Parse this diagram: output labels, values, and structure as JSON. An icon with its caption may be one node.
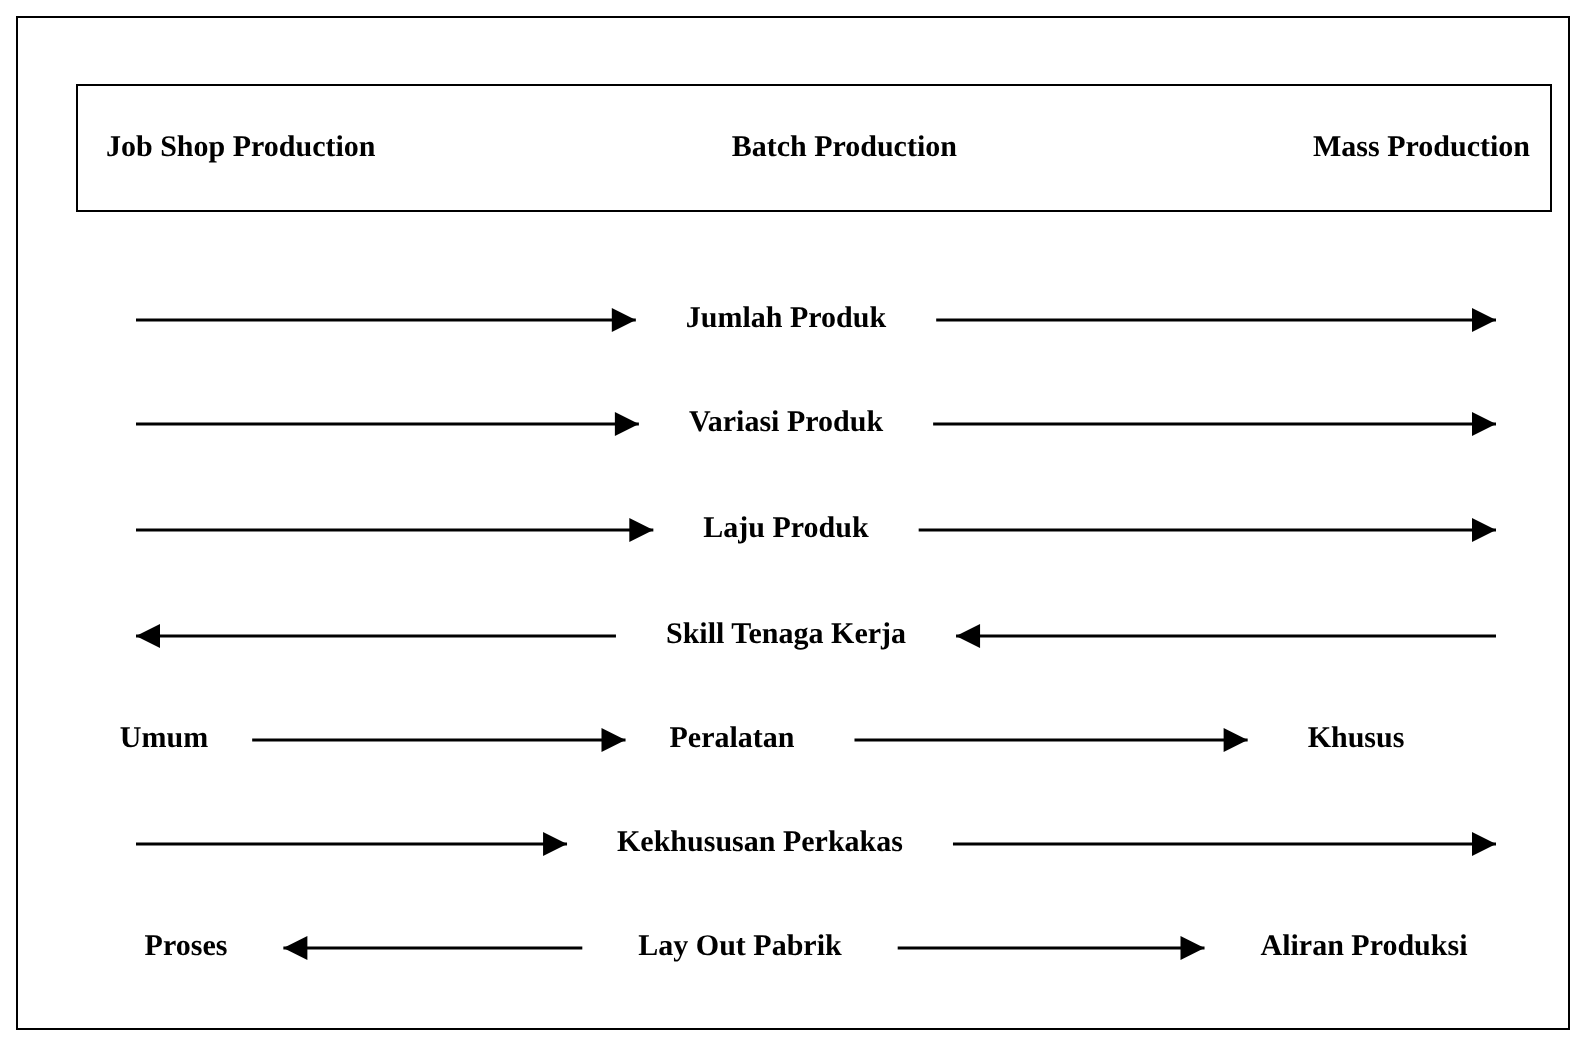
{
  "diagram": {
    "nodes": [
      {
        "text": [
          "Job Shop Production",
          "Batch Production",
          "Mass Production"
        ]
      },
      {
        "text": [
          "Jumlah Produk"
        ]
      },
      {
        "text": [
          "Variasi Produk"
        ]
      },
      {
        "text": [
          "Laju Produk"
        ]
      },
      {
        "text": [
          "Skill Tenaga Kerja"
        ]
      },
      {
        "text": [
          "Umum"
        ]
      },
      {
        "text": [
          "Peralatan"
        ]
      },
      {
        "text": [
          "Khusus"
        ]
      },
      {
        "text": [
          "Kekhususan Perkakas"
        ]
      },
      {
        "text": [
          "Proses"
        ]
      },
      {
        "text": [
          "Lay Out Pabrik"
        ]
      },
      {
        "text": [
          "Aliran Produksi"
        ]
      }
    ],
    "edges": [
      {
        "from": null,
        "to": 1,
        "arrow": "to"
      },
      {
        "from": 1,
        "to": null,
        "arrow": "to"
      },
      {
        "from": null,
        "to": 2,
        "arrow": "to"
      },
      {
        "from": 2,
        "to": null,
        "arrow": "to"
      },
      {
        "from": null,
        "to": 3,
        "arrow": "to"
      },
      {
        "from": 3,
        "to": null,
        "arrow": "to"
      },
      {
        "from": 4,
        "to": null,
        "arrow": "to"
      },
      {
        "from": null,
        "to": 4,
        "arrow": "to"
      },
      {
        "from": 5,
        "to": 6,
        "arrow": "to"
      },
      {
        "from": 6,
        "to": 7,
        "arrow": "to"
      },
      {
        "from": null,
        "to": 8,
        "arrow": "to"
      },
      {
        "from": 8,
        "to": null,
        "arrow": "to"
      },
      {
        "from": 10,
        "to": 9,
        "arrow": "to"
      },
      {
        "from": 10,
        "to": 11,
        "arrow": "to"
      }
    ]
  }
}
